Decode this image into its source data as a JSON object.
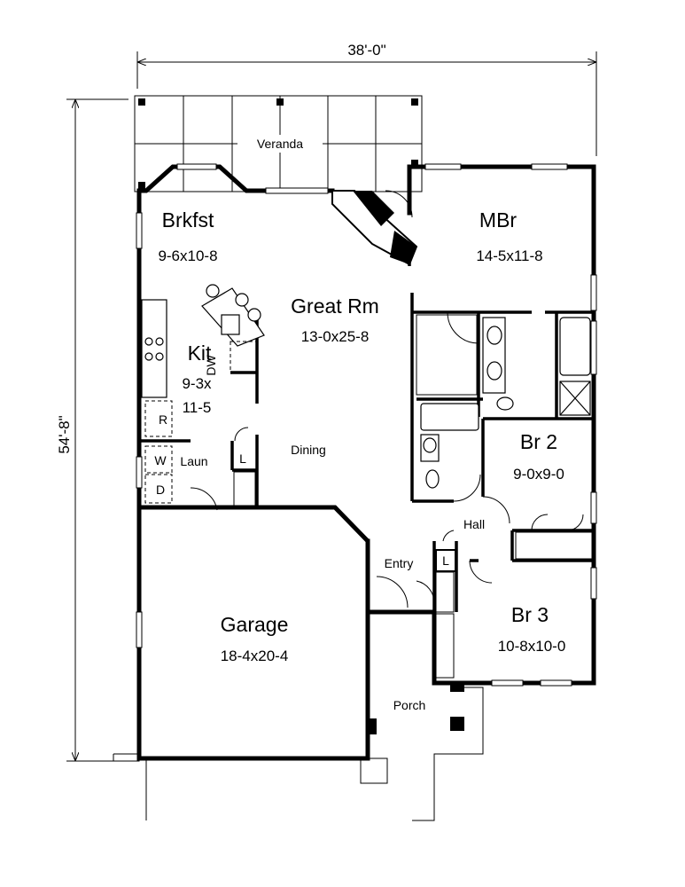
{
  "dimensions": {
    "width": "38'-0\"",
    "depth": "54'-8\""
  },
  "rooms": {
    "veranda": {
      "name": "Veranda"
    },
    "brkfst": {
      "name": "Brkfst",
      "size": "9-6x10-8"
    },
    "mbr": {
      "name": "MBr",
      "size": "14-5x11-8"
    },
    "great_rm": {
      "name": "Great Rm",
      "size": "13-0x25-8"
    },
    "kit": {
      "name": "Kit",
      "size_line1": "9-3x",
      "size_line2": "11-5"
    },
    "dining": {
      "name": "Dining"
    },
    "laun": {
      "name": "Laun"
    },
    "br2": {
      "name": "Br 2",
      "size": "9-0x9-0"
    },
    "hall": {
      "name": "Hall"
    },
    "entry": {
      "name": "Entry"
    },
    "garage": {
      "name": "Garage",
      "size": "18-4x20-4"
    },
    "br3": {
      "name": "Br 3",
      "size": "10-8x10-0"
    },
    "porch": {
      "name": "Porch"
    }
  },
  "fixtures": {
    "dw": "DW",
    "refrigerator": "R",
    "washer": "W",
    "dryer": "D",
    "linen1": "L",
    "linen2": "L"
  }
}
